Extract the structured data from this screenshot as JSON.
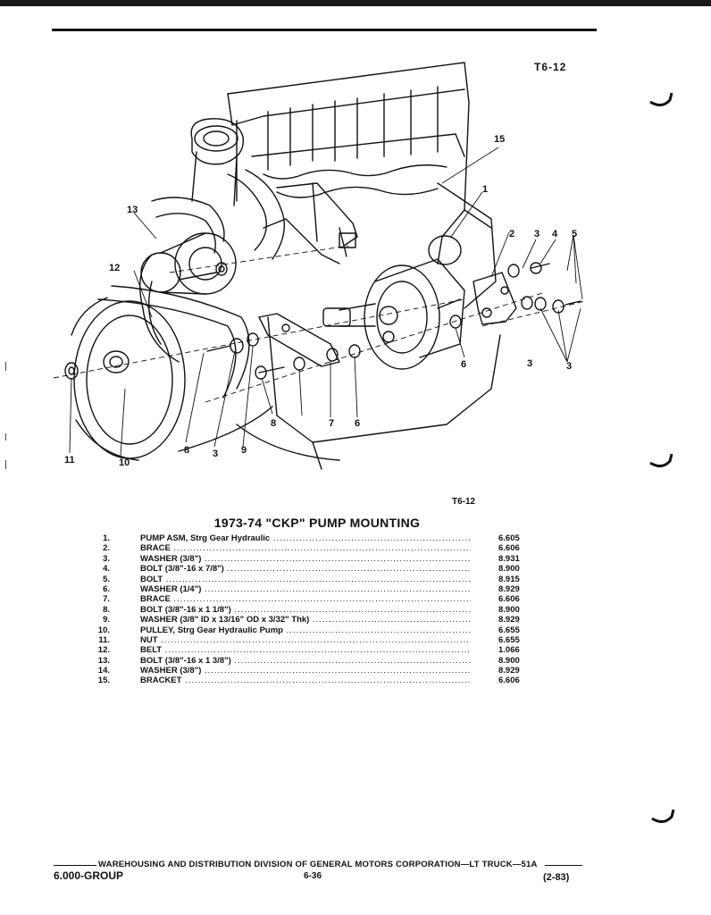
{
  "figure_code": "T6-12",
  "figure_code_bottom": "T6-12",
  "title": "1973-74 \"CKP\" PUMP MOUNTING",
  "callouts": [
    "1",
    "2",
    "3",
    "3",
    "3",
    "3",
    "4",
    "5",
    "6",
    "6",
    "7",
    "8",
    "8",
    "9",
    "10",
    "11",
    "12",
    "13",
    "15"
  ],
  "parts": [
    {
      "num": "1.",
      "desc": "PUMP ASM, Strg Gear Hydraulic",
      "group": "6.605"
    },
    {
      "num": "2.",
      "desc": "BRACE",
      "group": "6.606"
    },
    {
      "num": "3.",
      "desc": "WASHER (3/8\")",
      "group": "8.931"
    },
    {
      "num": "4.",
      "desc": "BOLT (3/8\"-16 x 7/8\")",
      "group": "8.900"
    },
    {
      "num": "5.",
      "desc": "BOLT",
      "group": "8.915"
    },
    {
      "num": "6.",
      "desc": "WASHER (1/4\")",
      "group": "8.929"
    },
    {
      "num": "7.",
      "desc": "BRACE",
      "group": "6.606"
    },
    {
      "num": "8.",
      "desc": "BOLT (3/8\"-16 x 1 1/8\")",
      "group": "8.900"
    },
    {
      "num": "9.",
      "desc": "WASHER (3/8\" ID x 13/16\" OD x 3/32\" Thk)",
      "group": "8.929"
    },
    {
      "num": "10.",
      "desc": "PULLEY, Strg Gear Hydraulic Pump",
      "group": "6.655"
    },
    {
      "num": "11.",
      "desc": "NUT",
      "group": "6.655"
    },
    {
      "num": "12.",
      "desc": "BELT",
      "group": "1.066"
    },
    {
      "num": "13.",
      "desc": "BOLT (3/8\"-16 x 1 3/8\")",
      "group": "8.900"
    },
    {
      "num": "14.",
      "desc": "WASHER (3/8\")",
      "group": "8.929"
    },
    {
      "num": "15.",
      "desc": "BRACKET",
      "group": "6.606"
    }
  ],
  "footer": {
    "publisher": "WAREHOUSING AND DISTRIBUTION DIVISION OF GENERAL MOTORS CORPORATION—LT TRUCK—51A",
    "group": "6.000-GROUP",
    "page": "6-36",
    "revision": "(2-83)"
  }
}
